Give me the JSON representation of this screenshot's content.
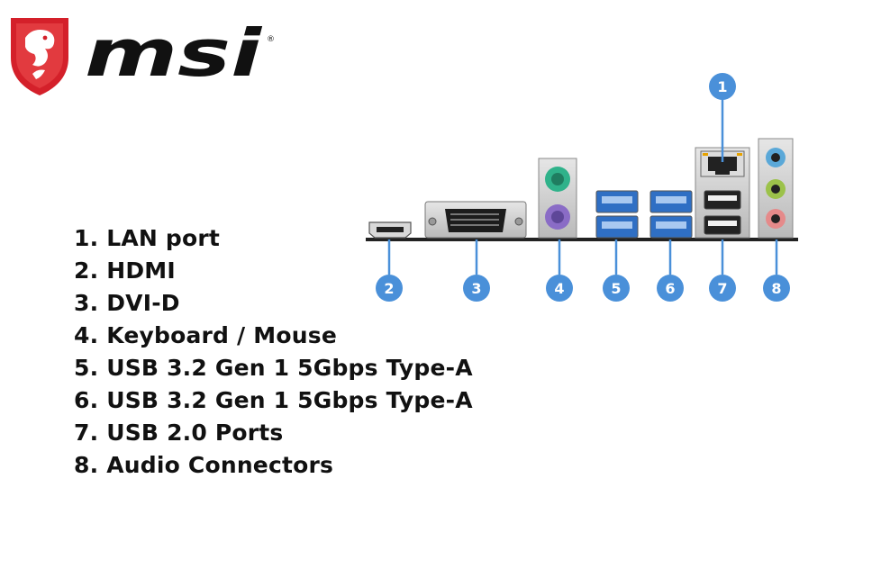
{
  "brand": {
    "name": "msi",
    "registered_mark": "®"
  },
  "legend": [
    {
      "num": "1.",
      "label": "LAN port"
    },
    {
      "num": "2.",
      "label": "HDMI"
    },
    {
      "num": "3.",
      "label": "DVI-D"
    },
    {
      "num": "4.",
      "label": "Keyboard / Mouse"
    },
    {
      "num": "5.",
      "label": "USB 3.2 Gen 1 5Gbps Type-A"
    },
    {
      "num": "6.",
      "label": "USB 3.2 Gen 1 5Gbps Type-A"
    },
    {
      "num": "7.",
      "label": "USB 2.0 Ports"
    },
    {
      "num": "8.",
      "label": "Audio Connectors"
    }
  ],
  "callouts": [
    "1",
    "2",
    "3",
    "4",
    "5",
    "6",
    "7",
    "8"
  ],
  "colors": {
    "callout": "#4a90d9",
    "usb3_blue": "#2f6fc4",
    "ps2_green": "#2fb28a",
    "ps2_purple": "#8a6cc6",
    "audio_blue": "#5aa8d8",
    "audio_green": "#9cc24a",
    "audio_pink": "#e58a8a",
    "shield_red": "#d4202a"
  }
}
